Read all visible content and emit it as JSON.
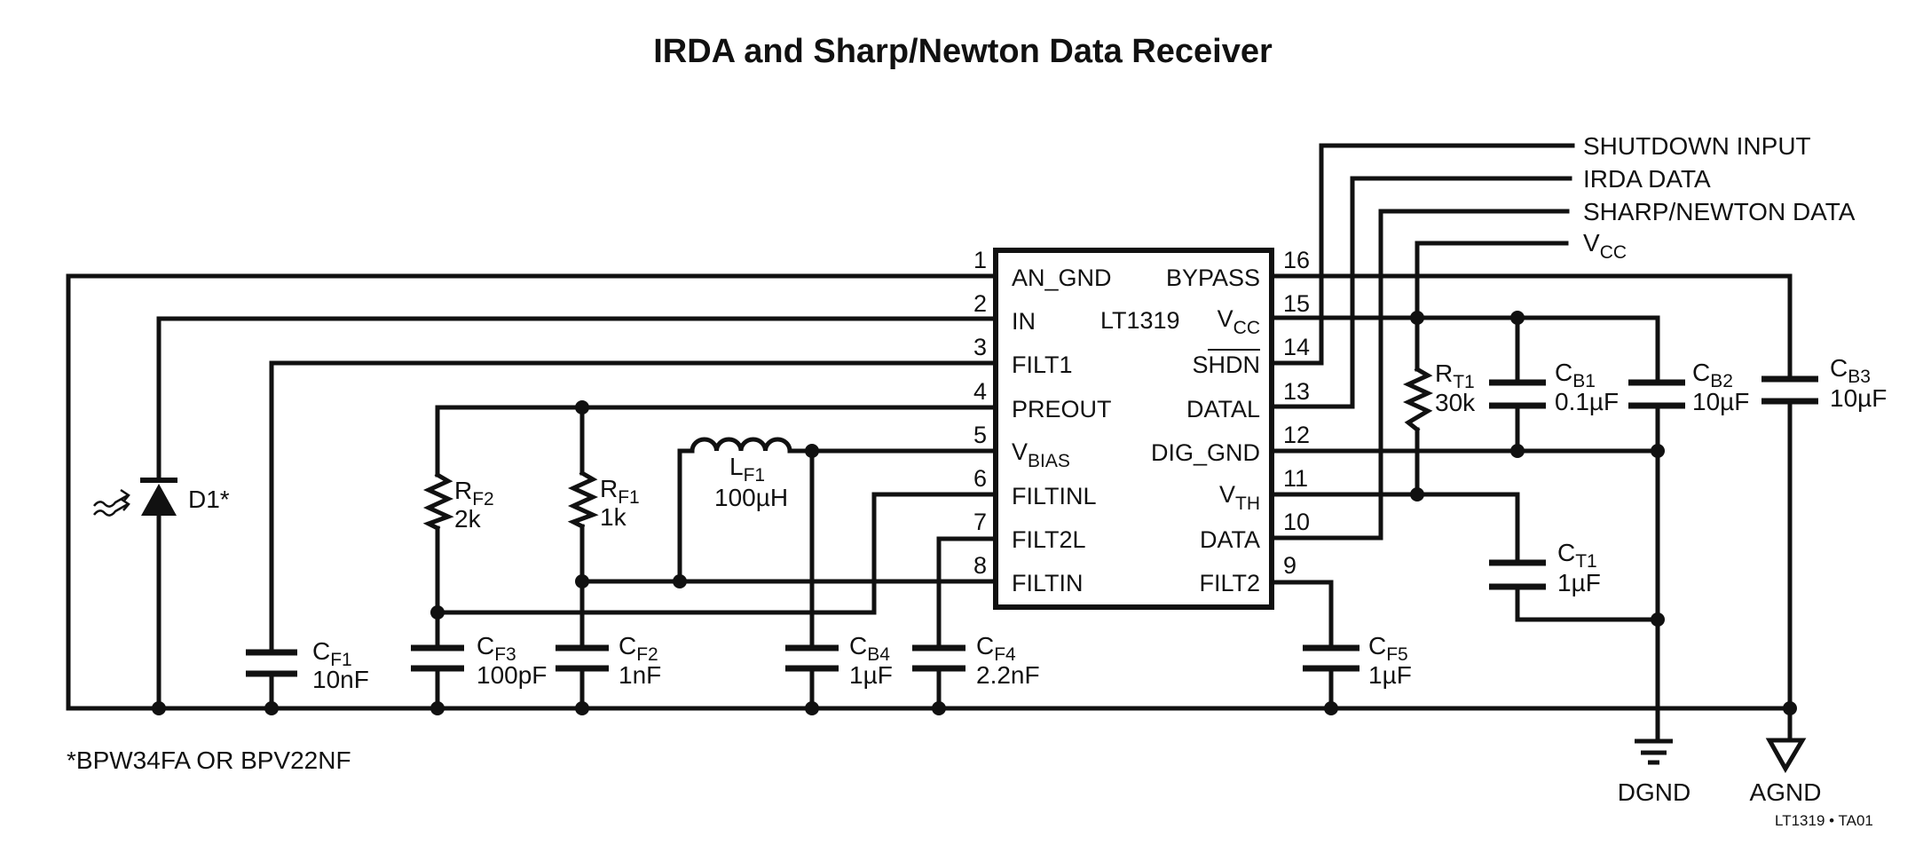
{
  "title": "IRDA and Sharp/Newton Data Receiver",
  "ic": {
    "part": "LT1319",
    "pins_left": [
      {
        "num": "1",
        "name": "AN_GND"
      },
      {
        "num": "2",
        "name": "IN"
      },
      {
        "num": "3",
        "name": "FILT1"
      },
      {
        "num": "4",
        "name": "PREOUT"
      },
      {
        "num": "5",
        "name": "V",
        "sub": "BIAS"
      },
      {
        "num": "6",
        "name": "FILTINL"
      },
      {
        "num": "7",
        "name": "FILT2L"
      },
      {
        "num": "8",
        "name": "FILTIN"
      }
    ],
    "pins_right": [
      {
        "num": "16",
        "name": "BYPASS"
      },
      {
        "num": "15",
        "name": "V",
        "sub": "CC"
      },
      {
        "num": "14",
        "name": "SHDN",
        "overline": true
      },
      {
        "num": "13",
        "name": "DATAL"
      },
      {
        "num": "12",
        "name": "DIG_GND"
      },
      {
        "num": "11",
        "name": "V",
        "sub": "TH"
      },
      {
        "num": "10",
        "name": "DATA"
      },
      {
        "num": "9",
        "name": "FILT2"
      }
    ]
  },
  "ports": [
    {
      "label": "SHUTDOWN INPUT"
    },
    {
      "label": "IRDA DATA"
    },
    {
      "label": "SHARP/NEWTON DATA"
    },
    {
      "label": "V",
      "sub": "CC"
    }
  ],
  "components": {
    "D1": {
      "ref": "D1*",
      "value": ""
    },
    "CF1": {
      "ref": "C",
      "sub": "F1",
      "value": "10nF"
    },
    "RF2": {
      "ref": "R",
      "sub": "F2",
      "value": "2k"
    },
    "CF3": {
      "ref": "C",
      "sub": "F3",
      "value": "100pF"
    },
    "RF1": {
      "ref": "R",
      "sub": "F1",
      "value": "1k"
    },
    "CF2": {
      "ref": "C",
      "sub": "F2",
      "value": "1nF"
    },
    "LF1": {
      "ref": "L",
      "sub": "F1",
      "value": "100µH"
    },
    "CB4": {
      "ref": "C",
      "sub": "B4",
      "value": "1µF"
    },
    "CF4": {
      "ref": "C",
      "sub": "F4",
      "value": "2.2nF"
    },
    "CF5": {
      "ref": "C",
      "sub": "F5",
      "value": "1µF"
    },
    "RT1": {
      "ref": "R",
      "sub": "T1",
      "value": "30k"
    },
    "CB1": {
      "ref": "C",
      "sub": "B1",
      "value": "0.1µF"
    },
    "CB2": {
      "ref": "C",
      "sub": "B2",
      "value": "10µF"
    },
    "CB3": {
      "ref": "C",
      "sub": "B3",
      "value": "10µF"
    },
    "CT1": {
      "ref": "C",
      "sub": "T1",
      "value": "1µF"
    }
  },
  "grounds": {
    "dgnd": "DGND",
    "agnd": "AGND"
  },
  "footnote": "*BPW34FA OR BPV22NF",
  "figure_id": "LT1319 • TA01"
}
